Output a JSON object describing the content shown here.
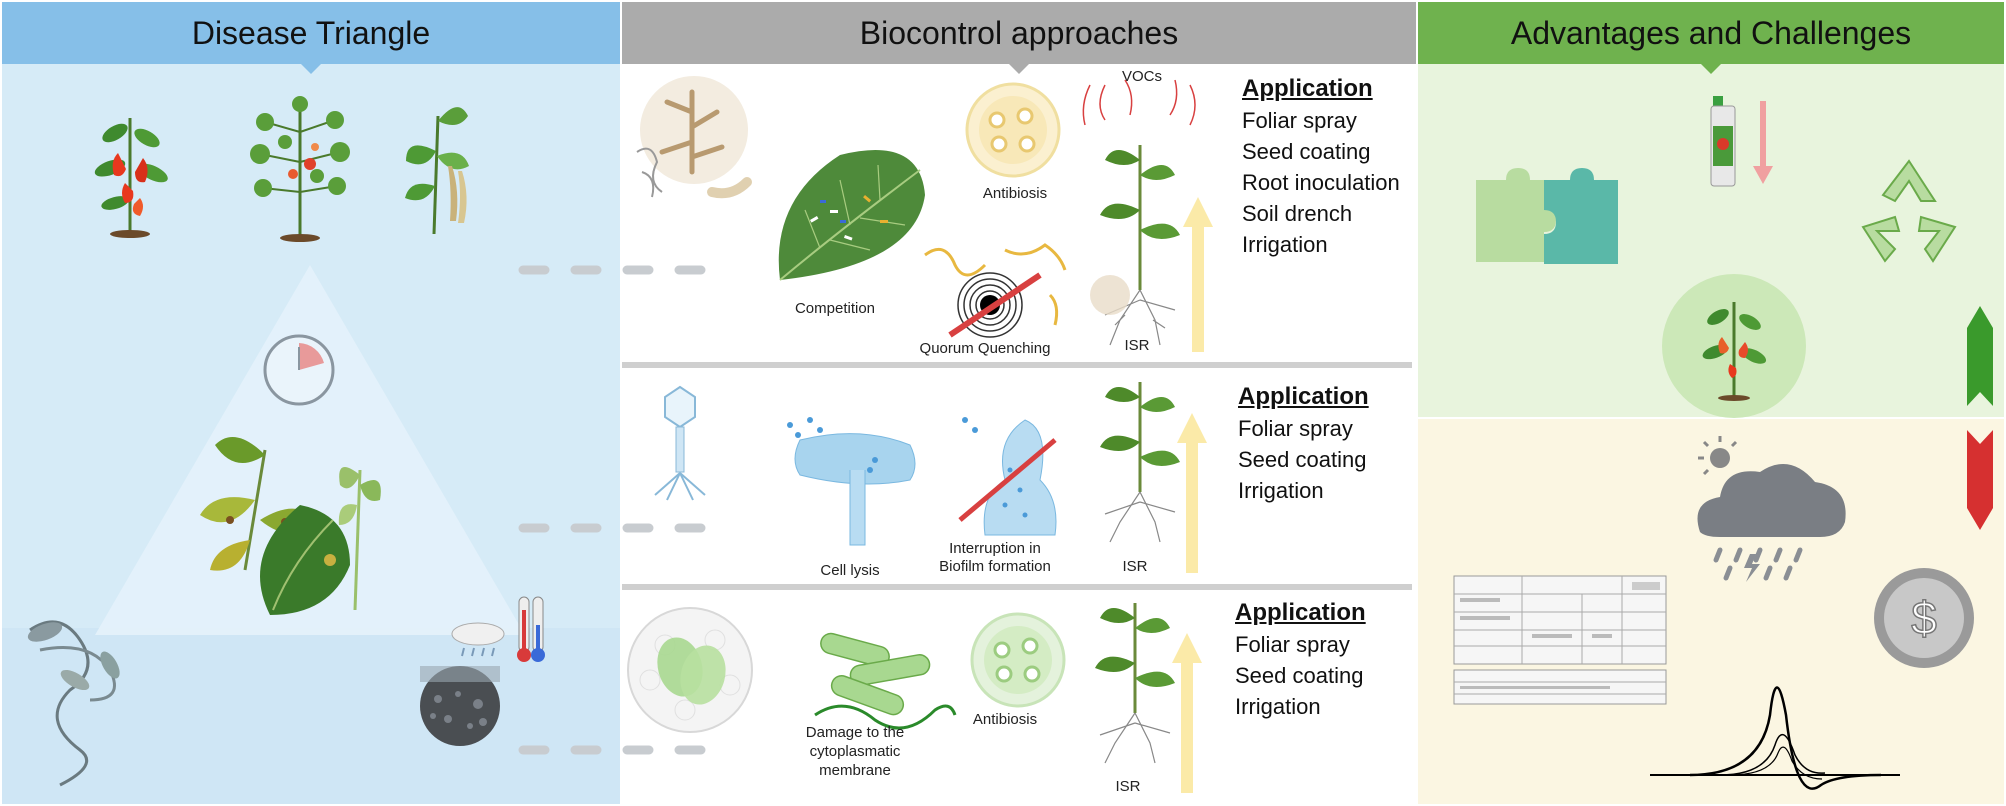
{
  "headers": {
    "left": "Disease Triangle",
    "middle": "Biocontrol approaches",
    "right": "Advantages and Challenges"
  },
  "colors": {
    "left_header": "#86bfe8",
    "left_bg": "#d6ebf7",
    "middle_header": "#ababab",
    "right_header": "#6fb24e",
    "right_top_bg": "#e8f4dd",
    "right_bottom_bg": "#fbf6e2",
    "advantage_arrow": "#3a9a2c",
    "challenge_arrow": "#d63030"
  },
  "row1": {
    "labels": {
      "vocs": "VOCs",
      "antibiosis": "Antibiosis",
      "competition": "Competition",
      "quorum": "Quorum Quenching",
      "isr": "ISR"
    },
    "application": {
      "title": "Application",
      "items": [
        "Foliar spray",
        "Seed coating",
        "Root inoculation",
        "Soil drench",
        "Irrigation"
      ]
    }
  },
  "row2": {
    "labels": {
      "cell_lysis": "Cell lysis",
      "biofilm_1": "Interruption in",
      "biofilm_2": "Biofilm formation",
      "isr": "ISR"
    },
    "application": {
      "title": "Application",
      "items": [
        "Foliar spray",
        "Seed coating",
        "Irrigation"
      ]
    }
  },
  "row3": {
    "labels": {
      "damage_1": "Damage to the",
      "damage_2": "cytoplasmatic",
      "damage_3": "membrane",
      "antibiosis": "Antibiosis",
      "isr": "ISR"
    },
    "application": {
      "title": "Application",
      "items": [
        "Foliar spray",
        "Seed coating",
        "Irrigation"
      ]
    }
  },
  "icons": {
    "left": [
      "pepper-plant-icon",
      "tomato-plant-icon",
      "bean-plant-icon",
      "clock-icon",
      "diseased-plant-icon",
      "cloud-rain-icon",
      "thermometer-icon",
      "soil-icon",
      "pathogen-icon"
    ],
    "right": [
      "puzzle-icon",
      "pesticide-bottle-icon",
      "recycle-icon",
      "pepper-plant-icon",
      "weather-icon",
      "document-icon",
      "dollar-coin-icon",
      "curve-icon"
    ]
  }
}
